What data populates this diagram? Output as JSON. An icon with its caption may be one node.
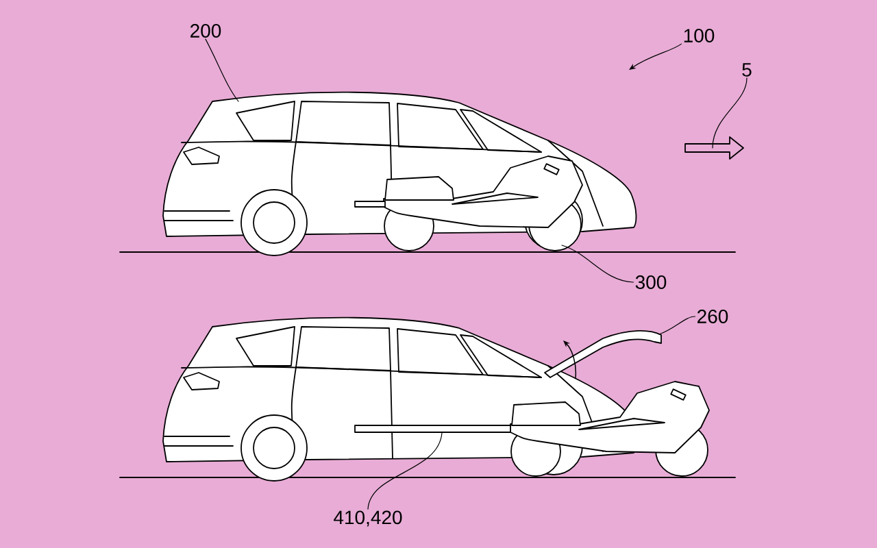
{
  "diagram": {
    "nodes": [
      {
        "text": [
          "200"
        ]
      },
      {
        "text": [
          "100"
        ]
      },
      {
        "text": [
          "5"
        ]
      },
      {
        "text": [
          "300"
        ]
      },
      {
        "text": [
          "260"
        ]
      },
      {
        "text": [
          "410,420"
        ]
      }
    ],
    "edges": [
      {
        "from": 0,
        "to": null,
        "arrow": "none"
      },
      {
        "from": 1,
        "to": null,
        "arrow": "to"
      },
      {
        "from": 2,
        "to": null,
        "arrow": "none"
      },
      {
        "from": 3,
        "to": null,
        "arrow": "none"
      },
      {
        "from": 4,
        "to": null,
        "arrow": "none"
      },
      {
        "from": 5,
        "to": null,
        "arrow": "none"
      }
    ]
  }
}
